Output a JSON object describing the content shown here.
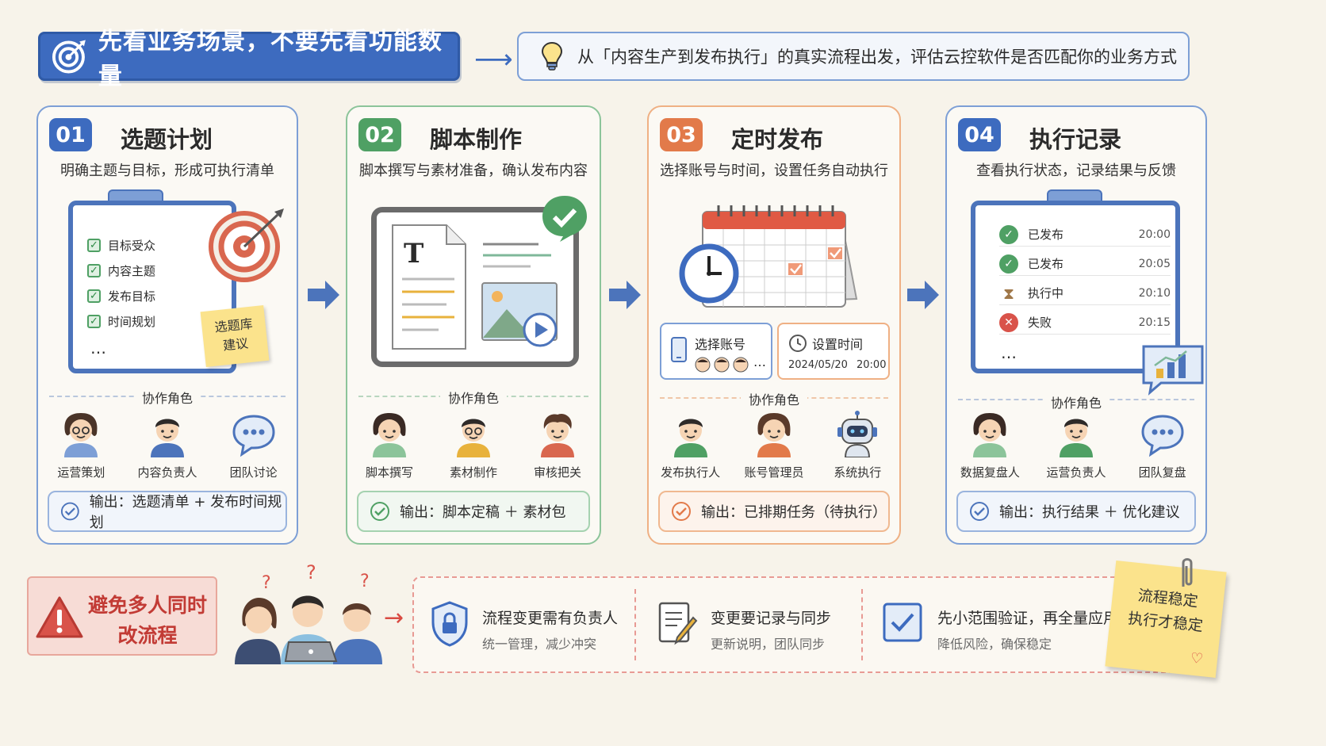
{
  "header": {
    "title": "先看业务场景，不要先看功能数量",
    "note": "从「内容生产到发布执行」的真实流程出发，评估云控软件是否匹配你的业务方式"
  },
  "roles_label": "协作角色",
  "steps": [
    {
      "num": "01",
      "title": "选题计划",
      "subtitle": "明确主题与目标，形成可执行清单",
      "checklist": [
        "目标受众",
        "内容主题",
        "发布目标",
        "时间规划"
      ],
      "more": "…",
      "sticky": "选题库\n建议",
      "roles": [
        "运营策划",
        "内容负责人",
        "团队讨论"
      ],
      "output": "输出：选题清单 + 发布时间规划"
    },
    {
      "num": "02",
      "title": "脚本制作",
      "subtitle": "脚本撰写与素材准备，确认发布内容",
      "doc_letter": "T",
      "roles": [
        "脚本撰写",
        "素材制作",
        "审核把关"
      ],
      "output": "输出：脚本定稿 ＋ 素材包"
    },
    {
      "num": "03",
      "title": "定时发布",
      "subtitle": "选择账号与时间，设置任务自动执行",
      "account_label": "选择账号",
      "account_more": "…",
      "time_label": "设置时间",
      "time_date": "2024/05/20",
      "time_clock": "20:00",
      "roles": [
        "发布执行人",
        "账号管理员",
        "系统执行"
      ],
      "output": "输出：已排期任务（待执行）"
    },
    {
      "num": "04",
      "title": "执行记录",
      "subtitle": "查看执行状态，记录结果与反馈",
      "log": [
        {
          "status": "已发布",
          "time": "20:00",
          "kind": "ok"
        },
        {
          "status": "已发布",
          "time": "20:05",
          "kind": "ok"
        },
        {
          "status": "执行中",
          "time": "20:10",
          "kind": "running"
        },
        {
          "status": "失败",
          "time": "20:15",
          "kind": "fail"
        }
      ],
      "more": "…",
      "roles": [
        "数据复盘人",
        "运营负责人",
        "团队复盘"
      ],
      "output": "输出：执行结果 ＋ 优化建议"
    }
  ],
  "warning": "避免多人同时改流程",
  "tips": [
    {
      "title": "流程变更需有负责人",
      "sub": "统一管理，减少冲突",
      "icon": "shield-lock-icon"
    },
    {
      "title": "变更要记录与同步",
      "sub": "更新说明，团队同步",
      "icon": "document-edit-icon"
    },
    {
      "title": "先小范围验证，再全量应用",
      "sub": "降低风险，确保稳定",
      "icon": "checkbox-icon"
    }
  ],
  "final_note": "流程稳定\n执行才稳定",
  "colors": {
    "blue": "#3d6bbf",
    "green": "#4fa064",
    "orange": "#e27a4a",
    "red": "#c23b35",
    "sticky": "#fbe38c"
  }
}
